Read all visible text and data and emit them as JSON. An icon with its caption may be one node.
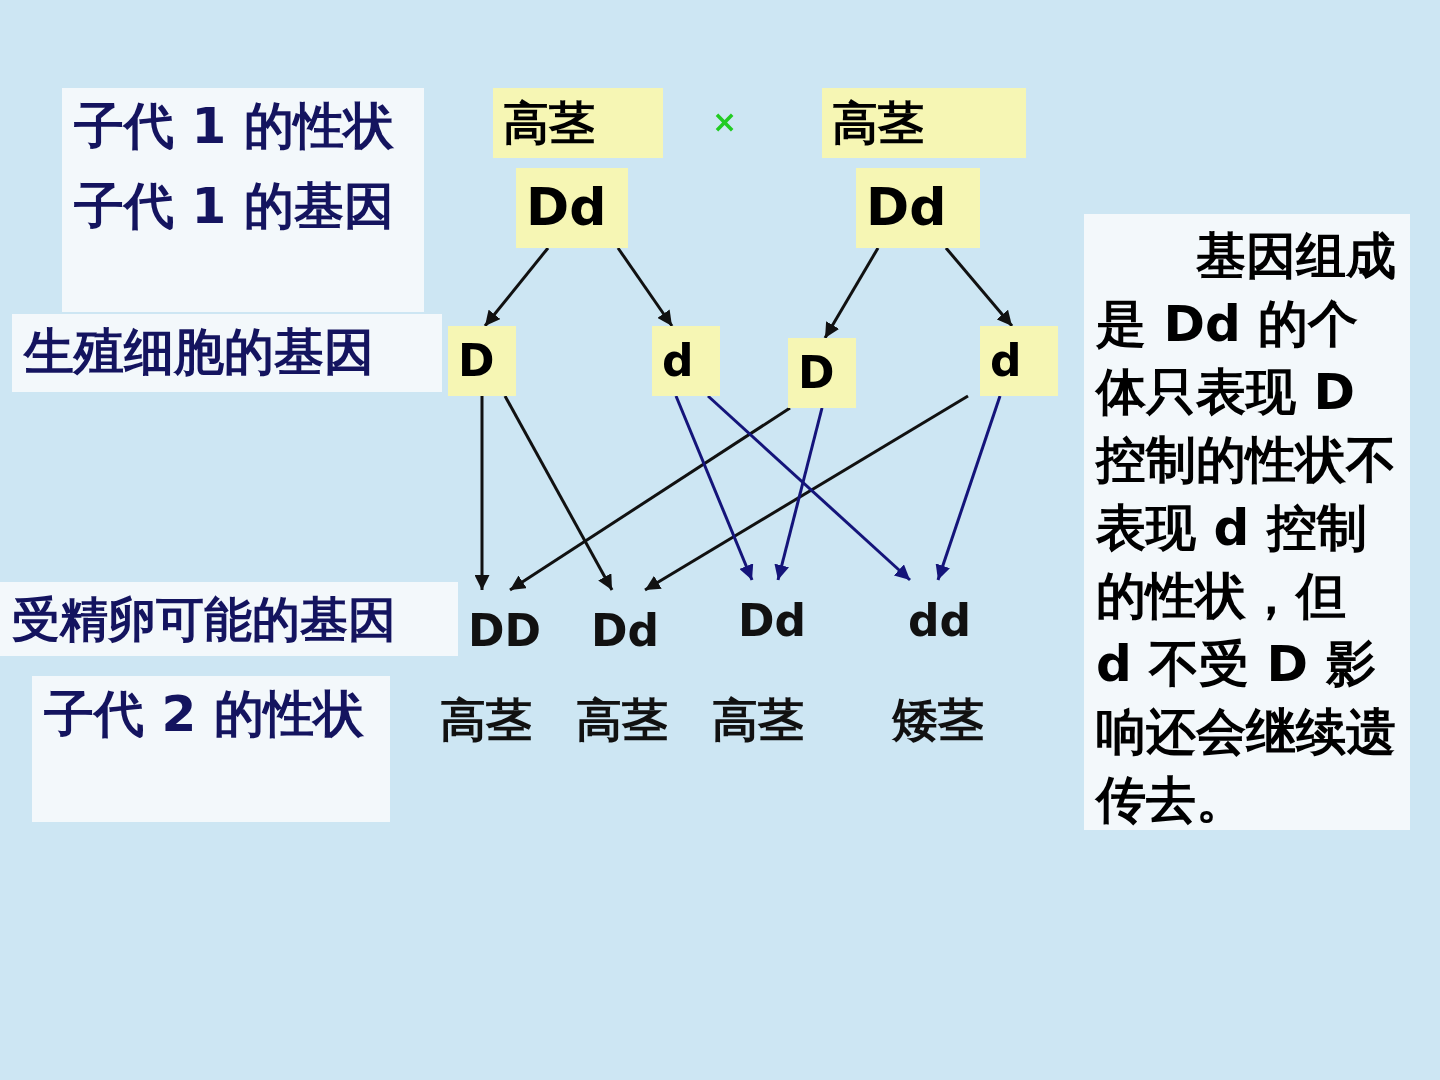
{
  "diagram": {
    "nodes": [
      {
        "text": [
          "高茎"
        ]
      },
      {
        "text": [
          "高茎"
        ]
      },
      {
        "text": [
          "Dd"
        ]
      },
      {
        "text": [
          "Dd"
        ]
      },
      {
        "text": [
          "D"
        ]
      },
      {
        "text": [
          "d"
        ]
      },
      {
        "text": [
          "D"
        ]
      },
      {
        "text": [
          "d"
        ]
      },
      {
        "text": [
          "DD"
        ],
        "beside": [
          "高茎"
        ]
      },
      {
        "text": [
          "Dd"
        ],
        "beside": [
          "高茎"
        ]
      },
      {
        "text": [
          "Dd"
        ],
        "beside": [
          "高茎"
        ]
      },
      {
        "text": [
          "dd"
        ],
        "beside": [
          "矮茎"
        ]
      },
      {
        "text": [
          "子代 1 的性状"
        ]
      },
      {
        "text": [
          "子代 1 的基因"
        ]
      },
      {
        "text": [
          "生殖细胞的基因"
        ]
      },
      {
        "text": [
          "受精卵可能的基因"
        ]
      },
      {
        "text": [
          "子代 2 的性状"
        ]
      },
      {
        "text": [
          "基因组成是 Dd 的个体只表现 D 控制的性状不表现 d 控制的性状，但 d 不受 D 影响还会继续遗传去。"
        ]
      }
    ],
    "edges": [
      {
        "from": 2,
        "to": 4,
        "arrow": "to"
      },
      {
        "from": 2,
        "to": 5,
        "arrow": "to"
      },
      {
        "from": 3,
        "to": 6,
        "arrow": "to"
      },
      {
        "from": 3,
        "to": 7,
        "arrow": "to"
      },
      {
        "from": 4,
        "to": 8,
        "arrow": "to"
      },
      {
        "from": 4,
        "to": 9,
        "arrow": "to"
      },
      {
        "from": 6,
        "to": 8,
        "arrow": "to"
      },
      {
        "from": 7,
        "to": 9,
        "arrow": "to"
      },
      {
        "from": 5,
        "to": 10,
        "arrow": "to",
        "color": "#14147a"
      },
      {
        "from": 6,
        "to": 10,
        "arrow": "to",
        "color": "#14147a"
      },
      {
        "from": 5,
        "to": 11,
        "arrow": "to",
        "color": "#14147a"
      },
      {
        "from": 7,
        "to": 11,
        "arrow": "to",
        "color": "#14147a"
      }
    ],
    "labels": [
      "×"
    ]
  }
}
